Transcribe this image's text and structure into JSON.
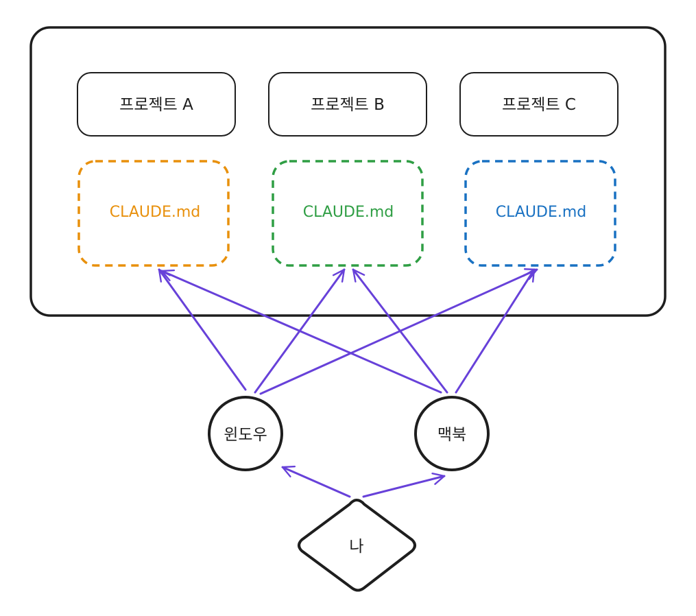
{
  "projects": [
    {
      "label": "프로젝트 A",
      "file": "CLAUDE.md",
      "color": "#e8900c"
    },
    {
      "label": "프로젝트 B",
      "file": "CLAUDE.md",
      "color": "#2f9e44"
    },
    {
      "label": "프로젝트 C",
      "file": "CLAUDE.md",
      "color": "#1971c2"
    }
  ],
  "machines": [
    {
      "label": "윈도우"
    },
    {
      "label": "맥북"
    }
  ],
  "user": {
    "label": "나"
  },
  "colors": {
    "arrow": "#6741d9",
    "stroke": "#1e1e1e"
  }
}
